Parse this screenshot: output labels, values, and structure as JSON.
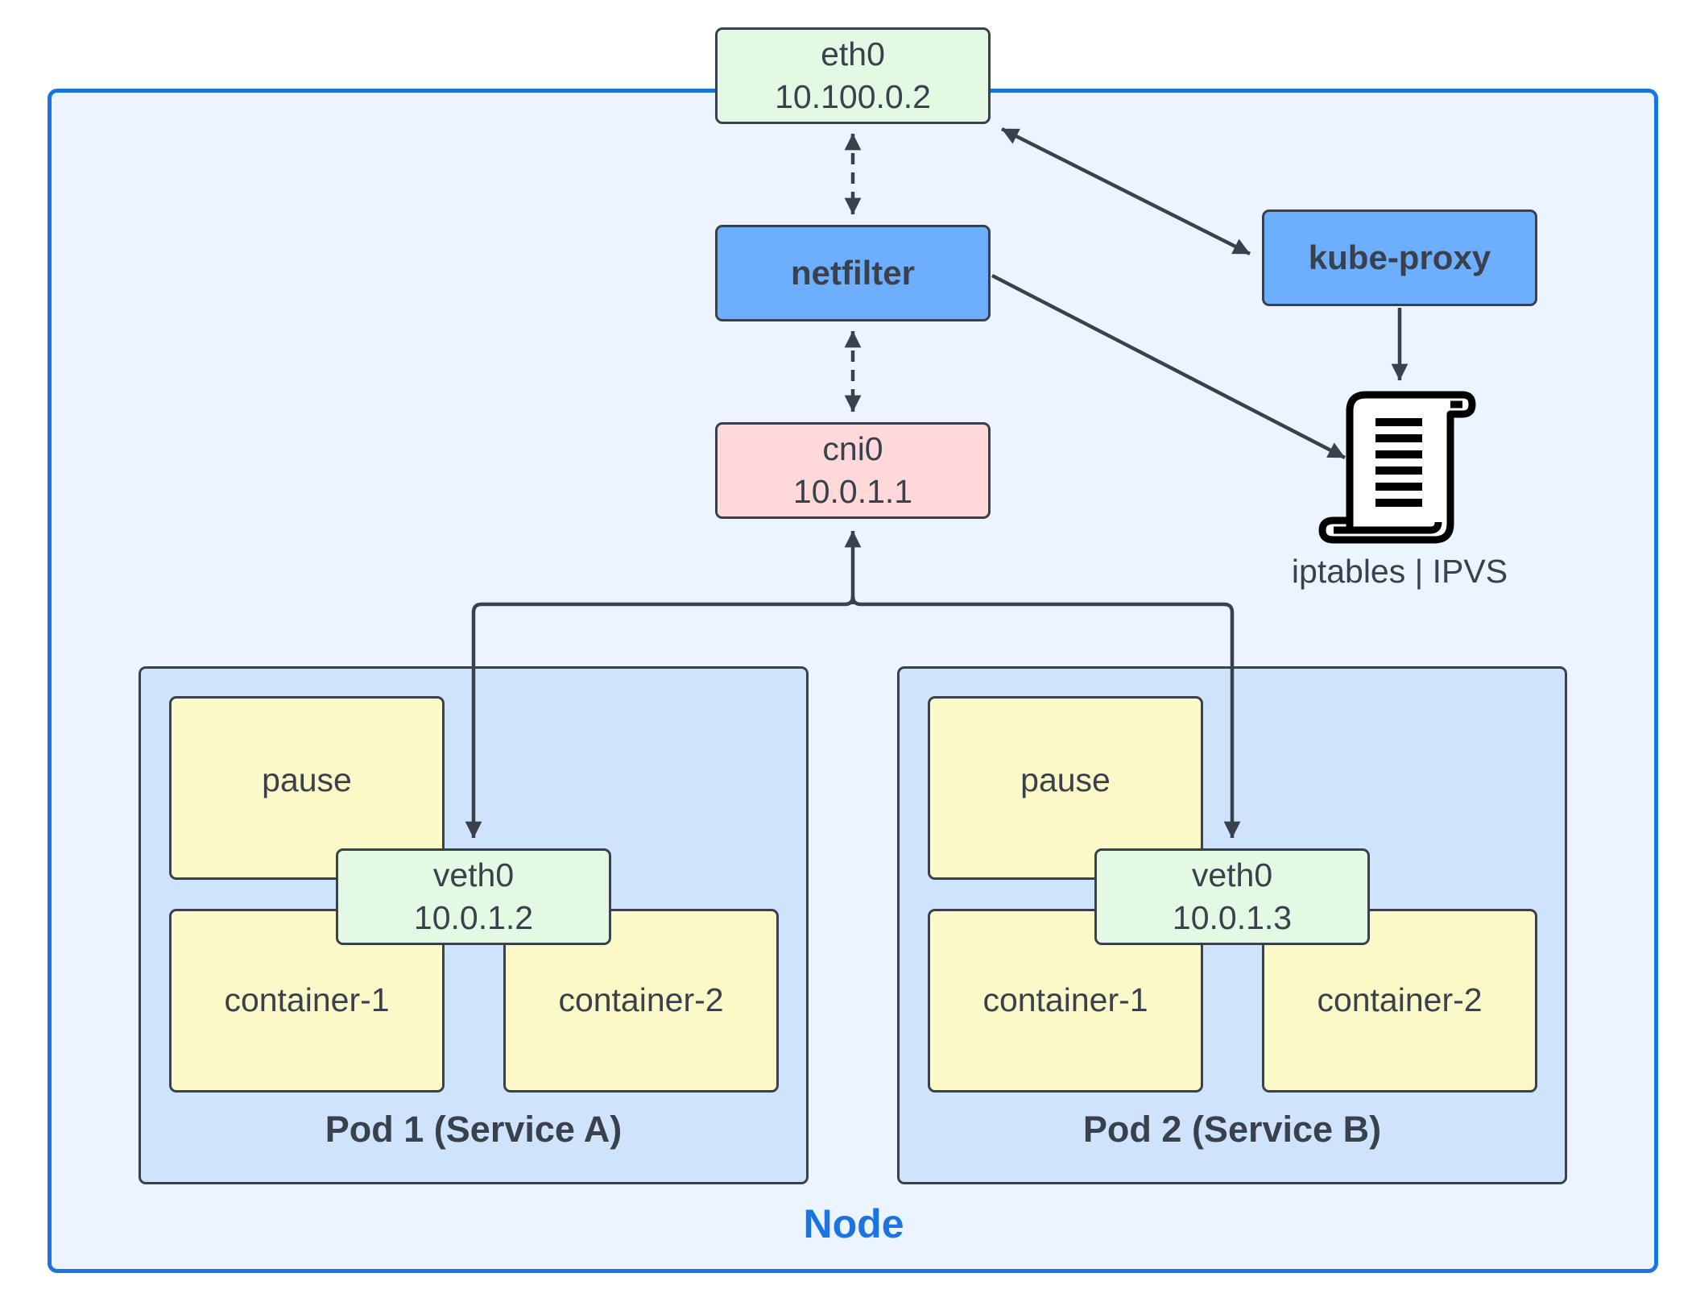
{
  "node": {
    "title": "Node"
  },
  "eth0": {
    "name": "eth0",
    "ip": "10.100.0.2"
  },
  "netfilter": {
    "label": "netfilter"
  },
  "kube_proxy": {
    "label": "kube-proxy"
  },
  "cni0": {
    "name": "cni0",
    "ip": "10.0.1.1"
  },
  "rules": {
    "label": "iptables | IPVS",
    "icon": "scroll-document-icon"
  },
  "pods": [
    {
      "title": "Pod 1 (Service A)",
      "pause": "pause",
      "container_1": "container-1",
      "container_2": "container-2",
      "veth": {
        "name": "veth0",
        "ip": "10.0.1.2"
      }
    },
    {
      "title": "Pod 2 (Service B)",
      "pause": "pause",
      "container_1": "container-1",
      "container_2": "container-2",
      "veth": {
        "name": "veth0",
        "ip": "10.0.1.3"
      }
    }
  ],
  "colors": {
    "node_border": "#1b74e4",
    "node_fill": "#ecf4ff",
    "pod_fill": "#cfe3fd",
    "interface_green": "#e3f9e4",
    "component_blue": "#6eaefe",
    "bridge_red": "#ffd9da",
    "container_yellow": "#fbf9c8",
    "line": "#3a414c"
  }
}
